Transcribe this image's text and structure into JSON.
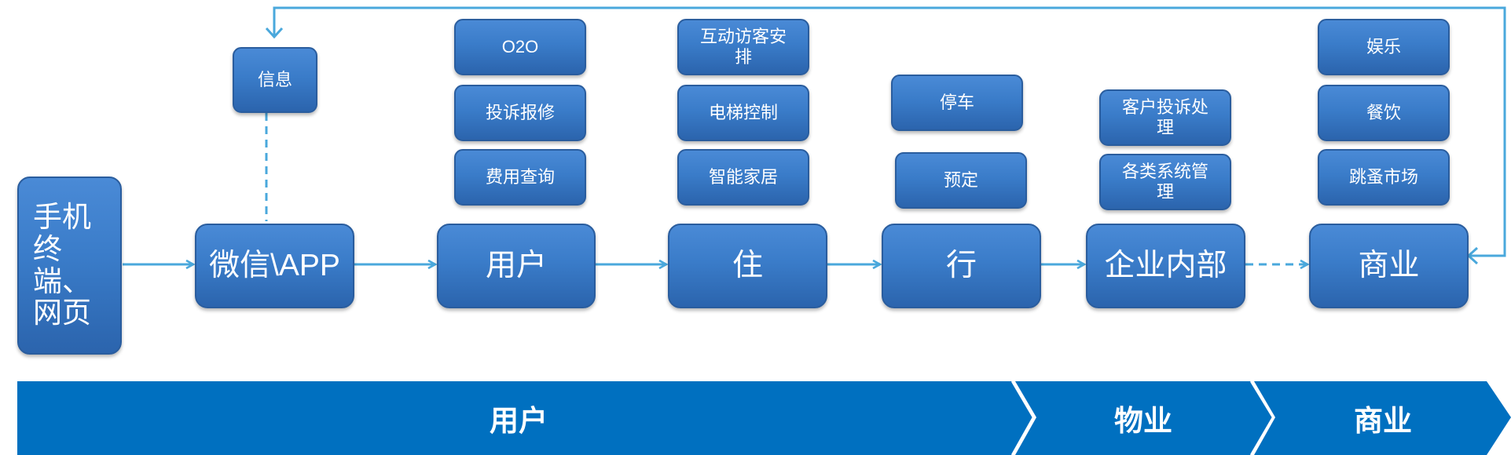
{
  "terminal": {
    "label": "手机\n终端、\n网页"
  },
  "flow": {
    "wechat_app": "微信\\APP",
    "user": "用户",
    "live": "住",
    "travel": "行",
    "enterprise": "企业内部",
    "commerce": "商业"
  },
  "wechat_subs": {
    "info": "信息"
  },
  "user_subs": [
    "O2O",
    "投诉报修",
    "费用查询"
  ],
  "live_subs": [
    "互动访客安\n排",
    "电梯控制",
    "智能家居"
  ],
  "travel_subs": [
    "停车",
    "预定"
  ],
  "enterprise_subs": [
    "客户投诉处\n理",
    "各类系统管\n理"
  ],
  "commerce_subs": [
    "娱乐",
    "餐饮",
    "跳蚤市场"
  ],
  "bands": [
    "用户",
    "物业",
    "商业"
  ],
  "colors": {
    "box": "#3a7cc9",
    "arrow": "#4aa8dc",
    "band": "#0070c0"
  }
}
